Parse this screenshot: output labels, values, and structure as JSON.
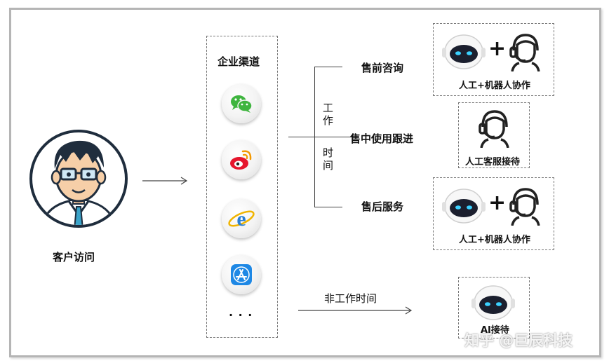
{
  "customer": {
    "label": "客户访问"
  },
  "channels": {
    "title": "企业渠道",
    "icons": [
      "wechat-icon",
      "weibo-icon",
      "ie-browser-icon",
      "app-store-icon"
    ],
    "more": "· · ·"
  },
  "work_time": {
    "chars": [
      "工",
      "作",
      "时",
      "间"
    ]
  },
  "stages": {
    "pre_sale": "售前咨询",
    "in_sale": "售中使用跟进",
    "after_sale": "售后服务"
  },
  "services": {
    "pre_sale": {
      "plus": "+",
      "label": "人工+机器人协作"
    },
    "in_sale": {
      "label": "人工客服接待"
    },
    "after_sale": {
      "plus": "+",
      "label": "人工+机器人协作"
    },
    "off_hours": {
      "label": "AI接待"
    }
  },
  "off_hours": {
    "label": "非工作时间"
  },
  "watermark": "知乎 @巨辰科技",
  "colors": {
    "wechat": "#3fb53f",
    "weibo": "#e6162d",
    "ie": "#2a7fd4",
    "appstore": "#1e88e5",
    "robot_eye": "#3bd1ff"
  }
}
